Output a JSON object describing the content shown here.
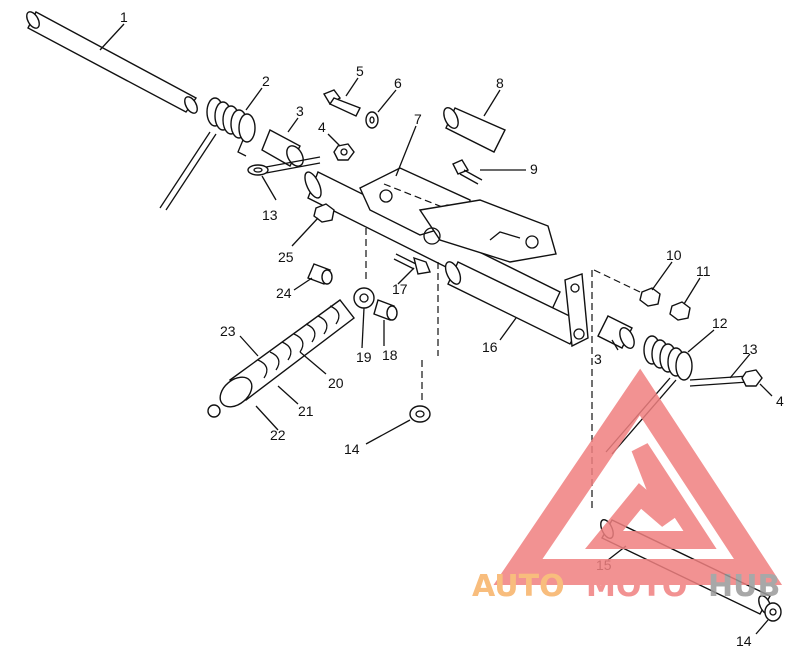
{
  "callouts": [
    "1",
    "2",
    "3",
    "4",
    "5",
    "6",
    "7",
    "8",
    "9",
    "13",
    "25",
    "24",
    "17",
    "19",
    "18",
    "16",
    "23",
    "20",
    "21",
    "22",
    "14",
    "10",
    "11",
    "12",
    "3",
    "13",
    "4",
    "15",
    "14"
  ],
  "watermark": {
    "word_part1": "AUTO",
    "word_part2": "MOTO",
    "word_part3": "HUB",
    "color_orange": "#f7b267",
    "color_red": "#f08080",
    "color_gray": "#9a9a9a"
  }
}
